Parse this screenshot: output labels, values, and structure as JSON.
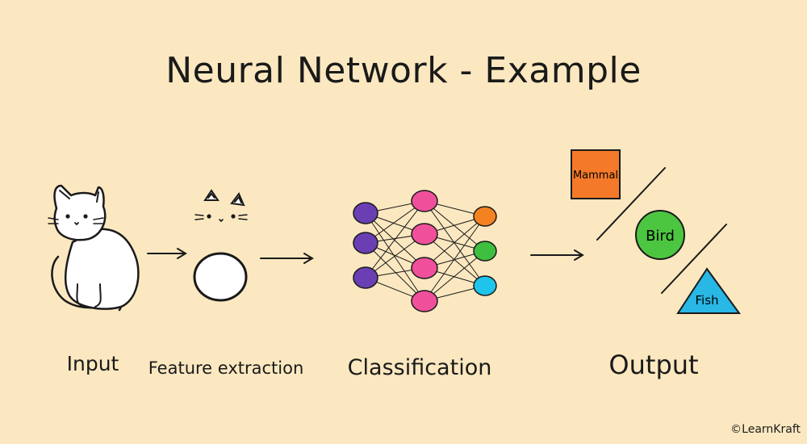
{
  "title": "Neural Network - Example",
  "stages": {
    "input": "Input",
    "feature": "Feature extraction",
    "classification": "Classification",
    "output": "Output"
  },
  "outputs": {
    "mammal": "Mammal",
    "bird": "Bird",
    "fish": "Fish"
  },
  "network": {
    "layers": [
      3,
      4,
      3
    ],
    "colors": {
      "input": "#6a3fb3",
      "hidden": "#f0509b",
      "out": [
        "#f58220",
        "#3fbf3f",
        "#1fc4ec"
      ]
    }
  },
  "colors": {
    "background": "#fbe8c0",
    "mammal": "#f47a2a",
    "bird": "#4cc640",
    "fish": "#29b7e6"
  },
  "copyright": "©LearnKraft"
}
